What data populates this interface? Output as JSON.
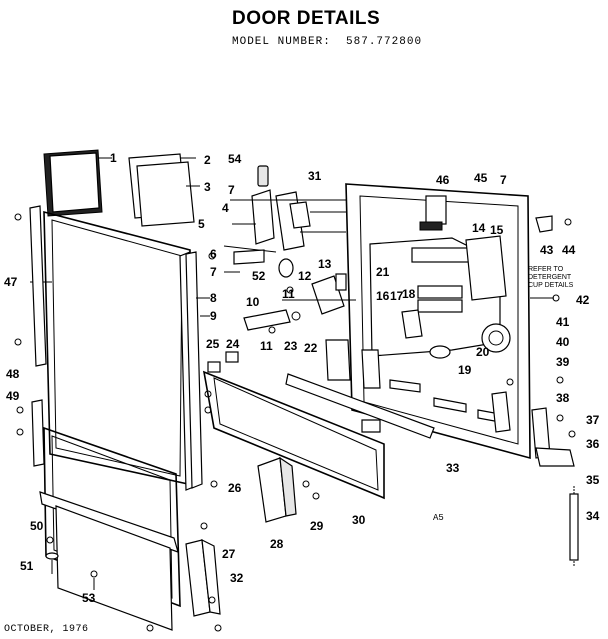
{
  "header": {
    "title": "DOOR DETAILS",
    "model_label": "MODEL NUMBER:",
    "model_number": "587.772800"
  },
  "footer": {
    "date": "OCTOBER, 1976"
  },
  "diagram_code": "A5",
  "reference_note": [
    "REFER TO DETERGENT",
    "CUP DETAILS"
  ],
  "callouts": [
    "1",
    "2",
    "3",
    "54",
    "7",
    "31",
    "4",
    "5",
    "6",
    "7",
    "52",
    "11",
    "13",
    "12",
    "10",
    "11",
    "23",
    "25",
    "24",
    "22",
    "21",
    "16",
    "17",
    "18",
    "14",
    "15",
    "46",
    "45",
    "7",
    "43",
    "44",
    "42",
    "41",
    "40",
    "20",
    "19",
    "39",
    "38",
    "37",
    "36",
    "35",
    "34",
    "33",
    "30",
    "29",
    "28",
    "26",
    "27",
    "32",
    "47",
    "8",
    "9",
    "48",
    "49",
    "50",
    "51",
    "53"
  ]
}
